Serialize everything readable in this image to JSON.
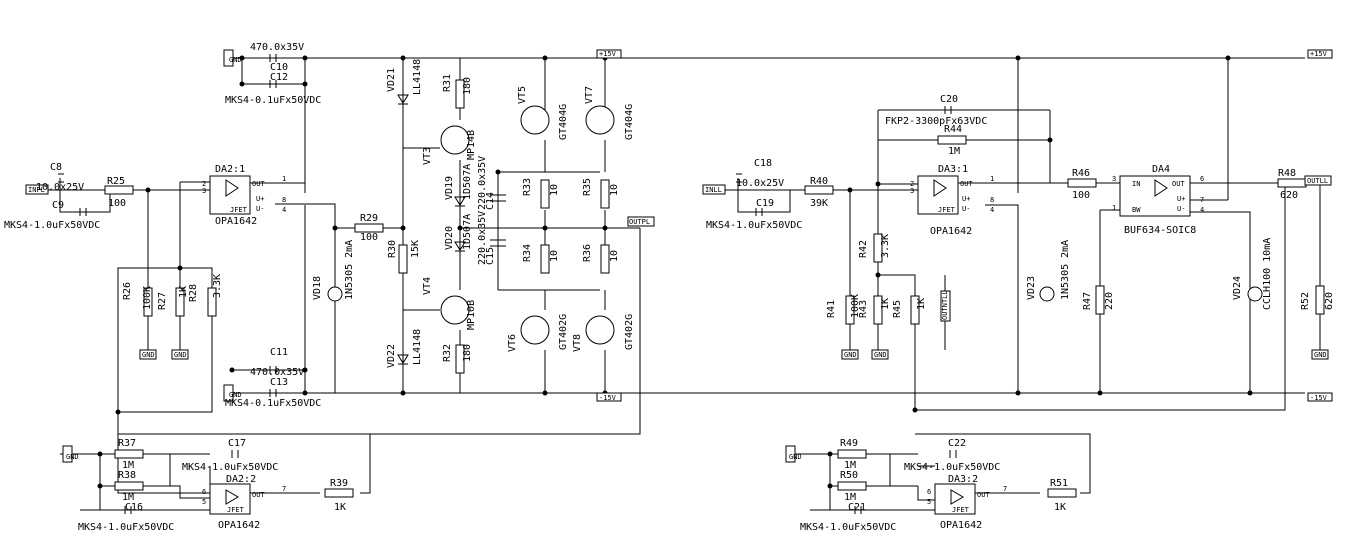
{
  "rails": {
    "pos": "+15V",
    "neg": "-15V",
    "gnd": "GND"
  },
  "io": {
    "inpl": "INPL",
    "inll": "INLL",
    "outpl": "OUTPL",
    "outll": "OUTLL",
    "outntll": "OUTNTLL"
  },
  "components": [
    {
      "ref": "C8",
      "value": "10.0x25V"
    },
    {
      "ref": "C9",
      "value": "MKS4-1.0uFx50VDC"
    },
    {
      "ref": "R25",
      "value": "100"
    },
    {
      "ref": "DA2:1",
      "value": "OPA1642"
    },
    {
      "ref": "C10",
      "value": "470.0x35V"
    },
    {
      "ref": "C12",
      "value": "MKS4-0.1uFx50VDC"
    },
    {
      "ref": "C11",
      "value": "470.0x35V"
    },
    {
      "ref": "C13",
      "value": "MKS4-0.1uFx50VDC"
    },
    {
      "ref": "R26",
      "value": "100K"
    },
    {
      "ref": "R27",
      "value": "1K"
    },
    {
      "ref": "R28",
      "value": "3.3K"
    },
    {
      "ref": "R29",
      "value": "100"
    },
    {
      "ref": "VD18",
      "value": "1N5305 2mA"
    },
    {
      "ref": "VD21",
      "value": "LL4148"
    },
    {
      "ref": "VD22",
      "value": "LL4148"
    },
    {
      "ref": "R31",
      "value": "180"
    },
    {
      "ref": "R32",
      "value": "180"
    },
    {
      "ref": "VT3",
      "value": "MP14B"
    },
    {
      "ref": "VT4",
      "value": "MP10B"
    },
    {
      "ref": "VD19",
      "value": "1D507A"
    },
    {
      "ref": "VD20",
      "value": "1D507A"
    },
    {
      "ref": "C14",
      "value": "220.0x35V"
    },
    {
      "ref": "C15",
      "value": "220.0x35V"
    },
    {
      "ref": "R30",
      "value": "15K"
    },
    {
      "ref": "VT5",
      "value": "GT404G"
    },
    {
      "ref": "VT7",
      "value": "GT404G"
    },
    {
      "ref": "VT6",
      "value": "GT402G"
    },
    {
      "ref": "VT8",
      "value": "GT402G"
    },
    {
      "ref": "R33",
      "value": "10"
    },
    {
      "ref": "R34",
      "value": "10"
    },
    {
      "ref": "R35",
      "value": "10"
    },
    {
      "ref": "R36",
      "value": "10"
    },
    {
      "ref": "R37",
      "value": "1M"
    },
    {
      "ref": "R38",
      "value": "1M"
    },
    {
      "ref": "C16",
      "value": "MKS4-1.0uFx50VDC"
    },
    {
      "ref": "C17",
      "value": "MKS4-1.0uFx50VDC"
    },
    {
      "ref": "DA2:2",
      "value": "OPA1642"
    },
    {
      "ref": "R39",
      "value": "1K"
    },
    {
      "ref": "C18",
      "value": "10.0x25V"
    },
    {
      "ref": "C19",
      "value": "MKS4-1.0uFx50VDC"
    },
    {
      "ref": "R40",
      "value": "39K"
    },
    {
      "ref": "C20",
      "value": "FKP2-3300pFx63VDC"
    },
    {
      "ref": "R44",
      "value": "1M"
    },
    {
      "ref": "DA3:1",
      "value": "OPA1642"
    },
    {
      "ref": "R42",
      "value": "3.3K"
    },
    {
      "ref": "R41",
      "value": "100K"
    },
    {
      "ref": "R43",
      "value": "1K"
    },
    {
      "ref": "R45",
      "value": "1K"
    },
    {
      "ref": "R46",
      "value": "100"
    },
    {
      "ref": "VD23",
      "value": "1N5305 2mA"
    },
    {
      "ref": "DA4",
      "value": "BUF634-SOIC8"
    },
    {
      "ref": "R47",
      "value": "220"
    },
    {
      "ref": "R48",
      "value": "620"
    },
    {
      "ref": "VD24",
      "value": "CCLH100 10mA"
    },
    {
      "ref": "R52",
      "value": "620"
    },
    {
      "ref": "R49",
      "value": "1M"
    },
    {
      "ref": "R50",
      "value": "1M"
    },
    {
      "ref": "C21",
      "value": "MKS4-1.0uFx50VDC"
    },
    {
      "ref": "C22",
      "value": "MKS4-1.0uFx50VDC"
    },
    {
      "ref": "DA3:2",
      "value": "OPA1642"
    },
    {
      "ref": "R51",
      "value": "1K"
    }
  ],
  "opamp_text": {
    "jfet": "JFET",
    "out": "OUT",
    "up": "U+",
    "um": "U-",
    "in": "IN",
    "bw": "BW"
  },
  "pins": {
    "p1": "1",
    "p2": "2",
    "p3": "3",
    "p4": "4",
    "p5": "5",
    "p6": "6",
    "p7": "7",
    "p8": "8"
  }
}
